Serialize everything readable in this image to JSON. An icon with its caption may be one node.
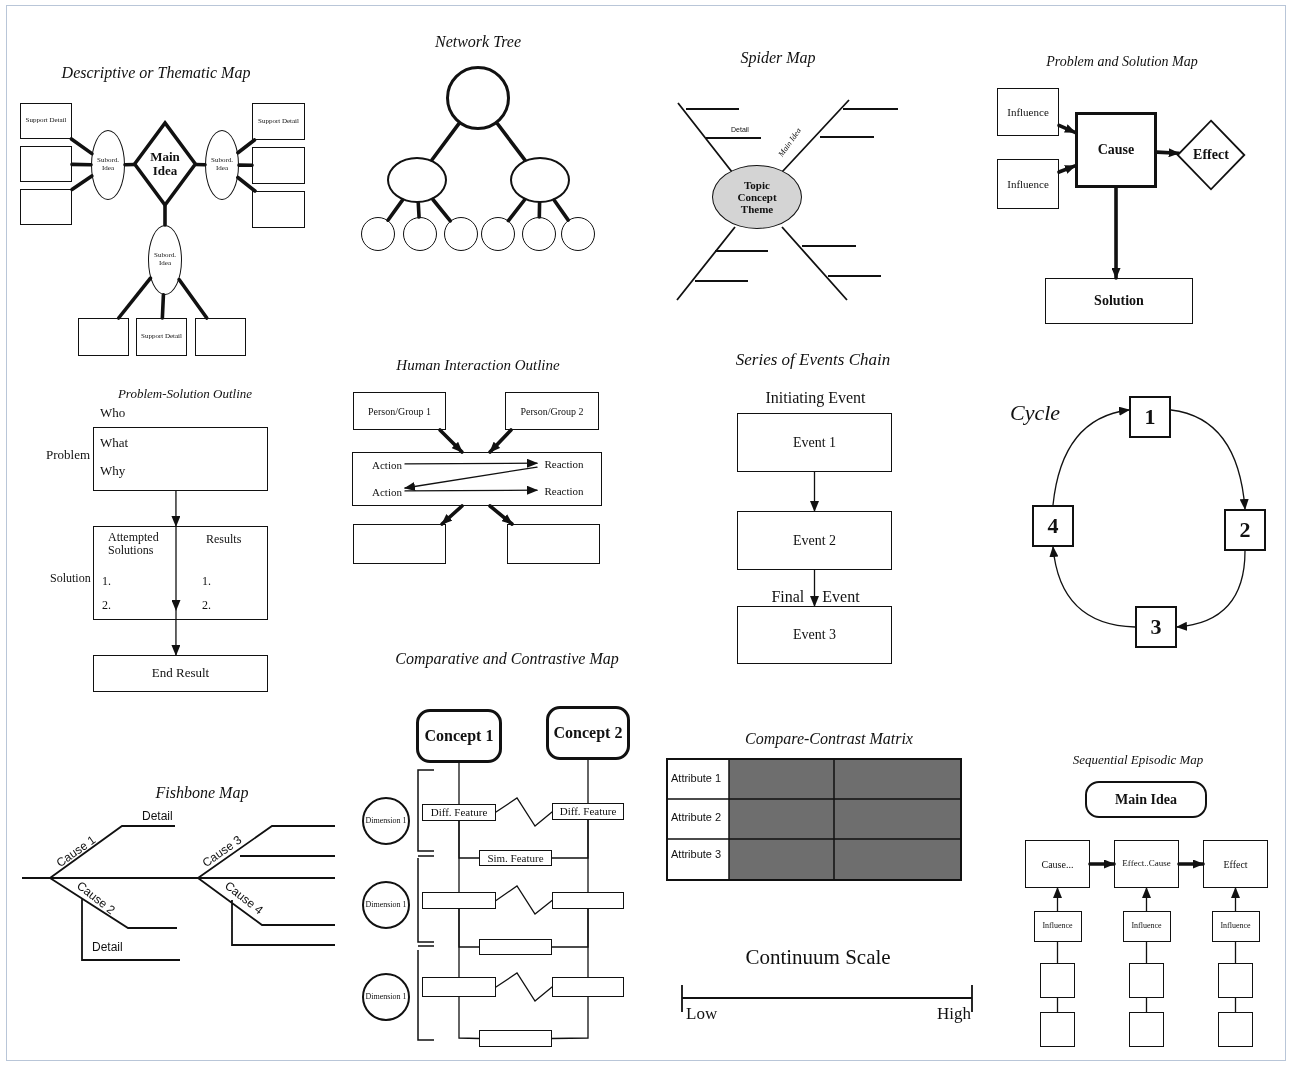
{
  "diagram": {
    "nodes": [
      {
        "text": [
          "Support Detail"
        ]
      },
      {
        "text": [],
        "shape": "box"
      },
      {
        "text": [],
        "shape": "box"
      },
      {
        "text": [
          "Subord. Idea"
        ]
      },
      {
        "text": [
          "Main Idea"
        ]
      },
      {
        "text": [
          "Subord. Idea"
        ]
      },
      {
        "text": [
          "Support Detail"
        ]
      },
      {
        "text": [],
        "shape": "box"
      },
      {
        "text": [],
        "shape": "box"
      },
      {
        "text": [
          "Subord. Idea"
        ]
      },
      {
        "text": [],
        "shape": "box"
      },
      {
        "text": [
          "Support Detail"
        ]
      },
      {
        "text": [],
        "shape": "box"
      },
      {
        "text": [],
        "shape": "circle"
      },
      {
        "text": [],
        "shape": "ellipse"
      },
      {
        "text": [],
        "shape": "ellipse"
      },
      {
        "text": [],
        "shape": "circle"
      },
      {
        "text": [],
        "shape": "circle"
      },
      {
        "text": [],
        "shape": "circle"
      },
      {
        "text": [],
        "shape": "circle"
      },
      {
        "text": [],
        "shape": "circle"
      },
      {
        "text": [],
        "shape": "circle"
      },
      {
        "text": [
          "Topic Concept Theme"
        ]
      },
      {
        "text": [
          "Influence"
        ]
      },
      {
        "text": [
          "Influence"
        ]
      },
      {
        "text": [
          "Cause"
        ]
      },
      {
        "text": [
          "Effect"
        ]
      },
      {
        "text": [
          "Solution"
        ]
      },
      {
        "text": [
          "Who",
          "What",
          "Why"
        ],
        "beside": [
          "Problem"
        ]
      },
      {
        "text": [
          "Attempted Solutions",
          "Results",
          "1.",
          "1.",
          "2.",
          "2."
        ],
        "beside": [
          "Solution"
        ]
      },
      {
        "text": [
          "End Result"
        ]
      },
      {
        "text": [
          "Person/Group 1"
        ]
      },
      {
        "text": [
          "Person/Group 2"
        ]
      },
      {
        "text": [],
        "shape": "box"
      },
      {
        "text": [
          "Action"
        ],
        "in": 33
      },
      {
        "text": [
          "Reaction"
        ],
        "in": 33
      },
      {
        "text": [
          "Action"
        ],
        "in": 33
      },
      {
        "text": [
          "Reaction"
        ],
        "in": 33
      },
      {
        "text": [],
        "shape": "box"
      },
      {
        "text": [],
        "shape": "box"
      },
      {
        "text": [
          "Event 1"
        ],
        "beside": [
          "Initiating Event"
        ]
      },
      {
        "text": [
          "Event 2"
        ]
      },
      {
        "text": [
          "Event 3"
        ],
        "beside": [
          "Final Event"
        ]
      },
      {
        "text": [
          "1"
        ]
      },
      {
        "text": [
          "2"
        ]
      },
      {
        "text": [
          "3"
        ]
      },
      {
        "text": [
          "4"
        ]
      },
      {
        "text": [
          "Concept 1"
        ]
      },
      {
        "text": [
          "Concept 2"
        ]
      },
      {
        "text": [
          "Dimension 1"
        ]
      },
      {
        "text": [
          "Diff. Feature"
        ]
      },
      {
        "text": [
          "Diff. Feature"
        ]
      },
      {
        "text": [
          "Sim. Feature"
        ]
      },
      {
        "text": [
          "Dimension 1"
        ]
      },
      {
        "text": [],
        "shape": "box"
      },
      {
        "text": [],
        "shape": "box"
      },
      {
        "text": [],
        "shape": "box"
      },
      {
        "text": [
          "Dimension 1"
        ]
      },
      {
        "text": [],
        "shape": "box"
      },
      {
        "text": [],
        "shape": "box"
      },
      {
        "text": [],
        "shape": "box"
      },
      {
        "text": [
          "Main Idea"
        ]
      },
      {
        "text": [
          "Cause..."
        ]
      },
      {
        "text": [
          "Effect..Cause"
        ]
      },
      {
        "text": [
          "Effect"
        ]
      },
      {
        "text": [
          "Influence"
        ]
      },
      {
        "text": [],
        "shape": "box"
      },
      {
        "text": [],
        "shape": "box"
      },
      {
        "text": [
          "Influence"
        ]
      },
      {
        "text": [],
        "shape": "box"
      },
      {
        "text": [],
        "shape": "box"
      },
      {
        "text": [
          "Influence"
        ]
      },
      {
        "text": [],
        "shape": "box"
      },
      {
        "text": [],
        "shape": "box"
      }
    ],
    "edges": [
      {
        "from": 4,
        "to": 3,
        "arrow": "none",
        "style": "thick"
      },
      {
        "from": 4,
        "to": 5,
        "arrow": "none",
        "style": "thick"
      },
      {
        "from": 4,
        "to": 9,
        "arrow": "none",
        "style": "thick"
      },
      {
        "from": 3,
        "to": 0,
        "arrow": "none",
        "style": "thick"
      },
      {
        "from": 3,
        "to": 1,
        "arrow": "none",
        "style": "thick"
      },
      {
        "from": 3,
        "to": 2,
        "arrow": "none",
        "style": "thick"
      },
      {
        "from": 5,
        "to": 6,
        "arrow": "none",
        "style": "thick"
      },
      {
        "from": 5,
        "to": 7,
        "arrow": "none",
        "style": "thick"
      },
      {
        "from": 5,
        "to": 8,
        "arrow": "none",
        "style": "thick"
      },
      {
        "from": 9,
        "to": 10,
        "arrow": "none",
        "style": "thick"
      },
      {
        "from": 9,
        "to": 11,
        "arrow": "none",
        "style": "thick"
      },
      {
        "from": 9,
        "to": 12,
        "arrow": "none",
        "style": "thick"
      },
      {
        "from": 13,
        "to": 14,
        "arrow": "none",
        "style": "thick"
      },
      {
        "from": 13,
        "to": 15,
        "arrow": "none",
        "style": "thick"
      },
      {
        "from": 14,
        "to": 16,
        "arrow": "none",
        "style": "thick"
      },
      {
        "from": 14,
        "to": 17,
        "arrow": "none",
        "style": "thick"
      },
      {
        "from": 14,
        "to": 18,
        "arrow": "none",
        "style": "thick"
      },
      {
        "from": 15,
        "to": 19,
        "arrow": "none",
        "style": "thick"
      },
      {
        "from": 15,
        "to": 20,
        "arrow": "none",
        "style": "thick"
      },
      {
        "from": 15,
        "to": 21,
        "arrow": "none",
        "style": "thick"
      },
      {
        "from": 23,
        "to": 25,
        "arrow": "to",
        "style": "thick"
      },
      {
        "from": 24,
        "to": 25,
        "arrow": "to",
        "style": "thick"
      },
      {
        "from": 25,
        "to": 26,
        "arrow": "to",
        "style": "thick"
      },
      {
        "from": 25,
        "to": 27,
        "arrow": "to",
        "style": "thick"
      },
      {
        "from": 28,
        "to": 29,
        "arrow": "to"
      },
      {
        "from": 29,
        "to": 30,
        "arrow": "to"
      },
      {
        "from": 31,
        "to": 33,
        "arrow": "to",
        "style": "thick"
      },
      {
        "from": 32,
        "to": 33,
        "arrow": "to",
        "style": "thick"
      },
      {
        "from": 34,
        "to": 35,
        "arrow": "to"
      },
      {
        "from": 35,
        "to": 36,
        "arrow": "to"
      },
      {
        "from": 36,
        "to": 37,
        "arrow": "to"
      },
      {
        "from": 33,
        "to": 38,
        "arrow": "to",
        "style": "thick"
      },
      {
        "from": 33,
        "to": 39,
        "arrow": "to",
        "style": "thick"
      },
      {
        "from": 40,
        "to": 41,
        "arrow": "to"
      },
      {
        "from": 41,
        "to": 42,
        "arrow": "to"
      },
      {
        "from": 43,
        "to": 44,
        "arrow": "to"
      },
      {
        "from": 44,
        "to": 45,
        "arrow": "to"
      },
      {
        "from": 45,
        "to": 46,
        "arrow": "to"
      },
      {
        "from": 46,
        "to": 43,
        "arrow": "to"
      },
      {
        "from": 47,
        "to": 50,
        "arrow": "none"
      },
      {
        "from": 48,
        "to": 51,
        "arrow": "none"
      },
      {
        "from": 50,
        "to": 51,
        "arrow": "none"
      },
      {
        "from": 50,
        "to": 52,
        "arrow": "none"
      },
      {
        "from": 51,
        "to": 52,
        "arrow": "none"
      },
      {
        "from": 50,
        "to": 54,
        "arrow": "none"
      },
      {
        "from": 51,
        "to": 55,
        "arrow": "none"
      },
      {
        "from": 54,
        "to": 55,
        "arrow": "none"
      },
      {
        "from": 54,
        "to": 56,
        "arrow": "none"
      },
      {
        "from": 55,
        "to": 56,
        "arrow": "none"
      },
      {
        "from": 54,
        "to": 58,
        "arrow": "none"
      },
      {
        "from": 55,
        "to": 59,
        "arrow": "none"
      },
      {
        "from": 58,
        "to": 59,
        "arrow": "none"
      },
      {
        "from": 58,
        "to": 60,
        "arrow": "none"
      },
      {
        "from": 59,
        "to": 60,
        "arrow": "none"
      },
      {
        "from": 62,
        "to": 63,
        "arrow": "to",
        "style": "thick"
      },
      {
        "from": 63,
        "to": 64,
        "arrow": "to",
        "style": "thick"
      },
      {
        "from": 65,
        "to": 62,
        "arrow": "to"
      },
      {
        "from": 66,
        "to": 65,
        "arrow": "none"
      },
      {
        "from": 67,
        "to": 66,
        "arrow": "none"
      },
      {
        "from": 68,
        "to": 63,
        "arrow": "to"
      },
      {
        "from": 69,
        "to": 68,
        "arrow": "none"
      },
      {
        "from": 70,
        "to": 69,
        "arrow": "none"
      },
      {
        "from": 71,
        "to": 64,
        "arrow": "to"
      },
      {
        "from": 72,
        "to": 71,
        "arrow": "none"
      },
      {
        "from": 73,
        "to": 72,
        "arrow": "none"
      }
    ],
    "labels": [
      "Network Tree",
      "Spider Map",
      "Problem and Solution Map",
      "Descriptive or Thematic Map",
      "Detail",
      "Main Idea",
      "Human Interaction Outline",
      "Series of Events Chain",
      "Problem-Solution Outline",
      "Cycle",
      "Comparative and Contrastive Map",
      "Compare-Contrast Matrix",
      "Sequential Episodic Map",
      "Attribute 1",
      "Attribute 2",
      "Attribute 3",
      "Fishbone Map",
      "Detail",
      "Cause 1",
      "Cause 3",
      "Cause 2",
      "Cause 4",
      "Detail",
      "Continuum Scale",
      "Low",
      "High"
    ]
  }
}
